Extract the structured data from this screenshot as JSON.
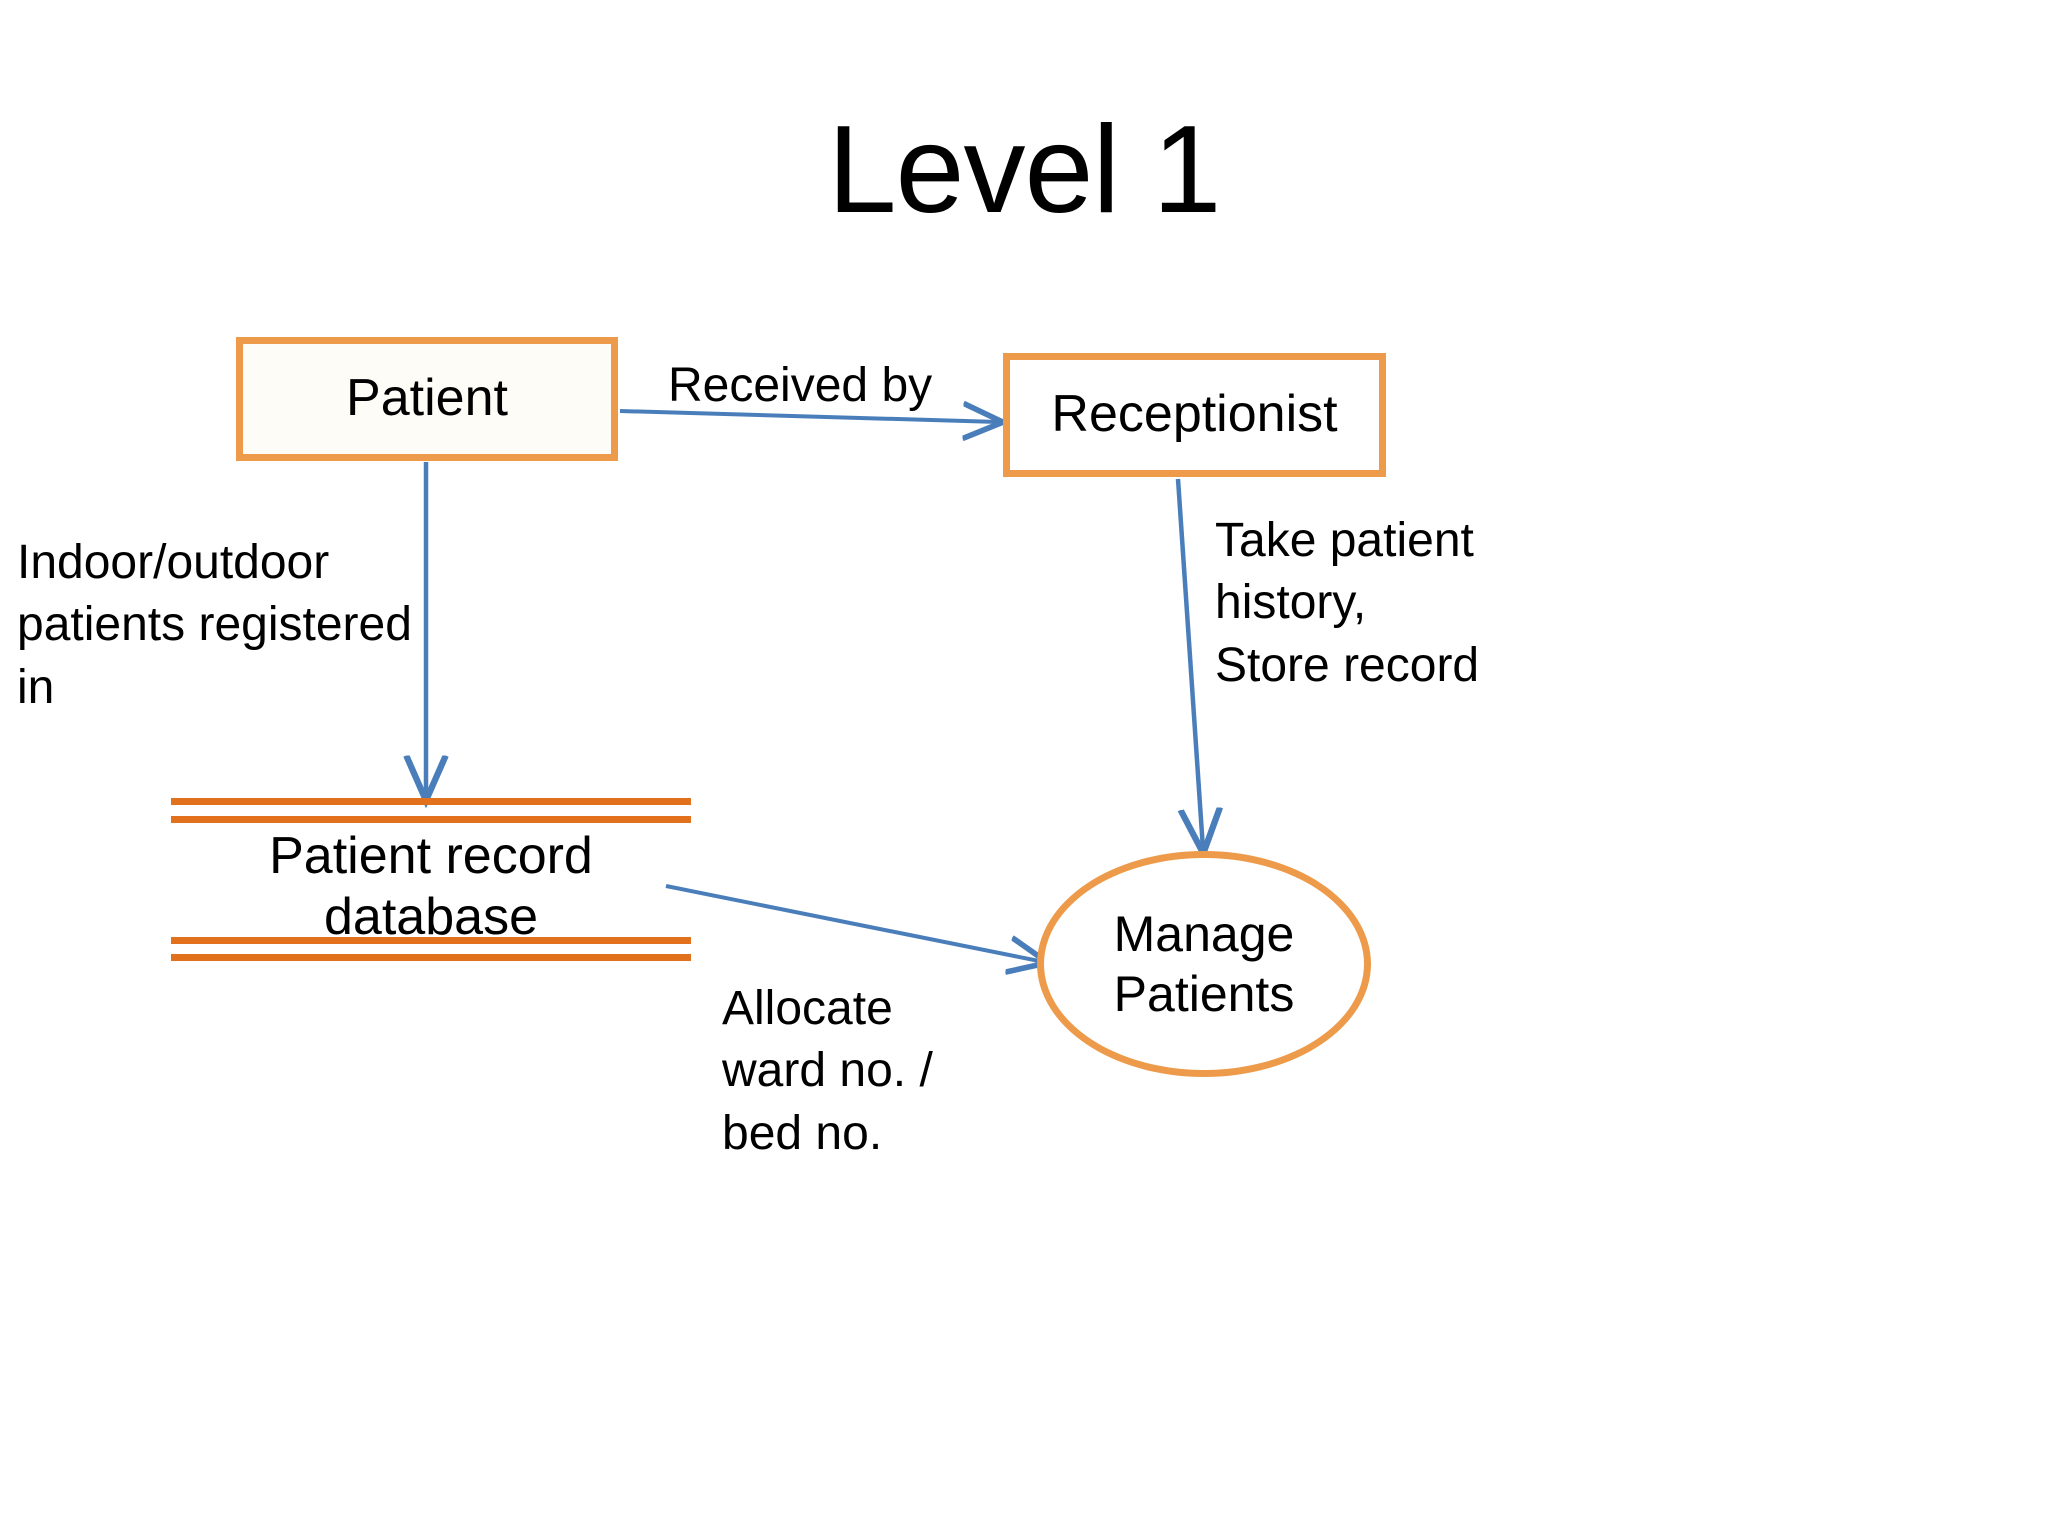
{
  "slide": {
    "title": "Level 1",
    "background_color": "#FFFFFF"
  },
  "palette": {
    "entity_border": "#ED9B4B",
    "datastore_line": "#E2711D",
    "process_border": "#ED9B4B",
    "connector": "#4A7EBB",
    "text": "#000000",
    "patient_box_fill": "#FDFCF7",
    "receptionist_box_fill": "#FFFFFF"
  },
  "nodes": {
    "patient": {
      "label": "Patient",
      "type": "external-entity"
    },
    "receptionist": {
      "label": "Receptionist",
      "type": "external-entity"
    },
    "patient_record_database": {
      "label": "Patient record\ndatabase",
      "type": "data-store"
    },
    "manage_patients": {
      "label": "Manage\nPatients",
      "type": "process"
    }
  },
  "flows": [
    {
      "id": "received-by",
      "label": "Received by",
      "from": "patient",
      "to": "receptionist"
    },
    {
      "id": "indoor-outdoor",
      "label": "Indoor/outdoor\npatients registered\nin",
      "from": "patient",
      "to": "patient_record_database"
    },
    {
      "id": "take-history",
      "label": "Take patient\nhistory,\nStore record",
      "from": "receptionist",
      "to": "manage_patients"
    },
    {
      "id": "allocate-ward",
      "label": "Allocate\nward no. /\nbed no.",
      "from": "patient_record_database",
      "to": "manage_patients"
    }
  ]
}
